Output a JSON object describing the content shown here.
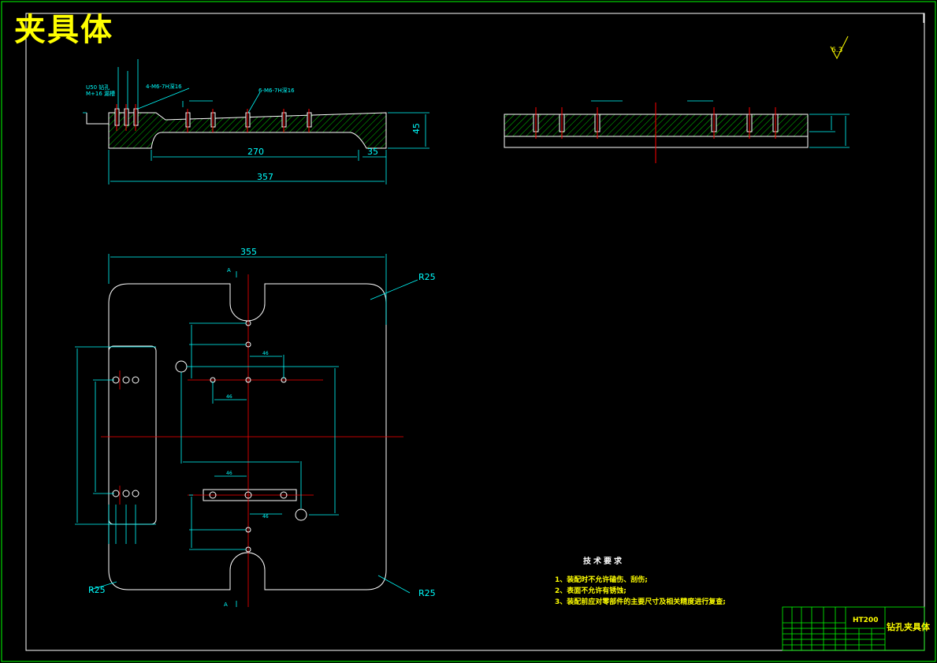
{
  "drawing": {
    "title": "夹具体",
    "surface_finish": "6.3"
  },
  "top_left_view": {
    "hole_note_left_1": "U50 钻孔",
    "hole_note_left_2": "M+16 漏槽",
    "hole_note_mid": "4-M6-7H深16",
    "hole_note_right": "6-M6-7H深16",
    "dim_overall_length": "357",
    "dim_slot_length": "270",
    "dim_height": "45",
    "dim_end": "35"
  },
  "plan_view": {
    "dim_width": "355",
    "radius_top_right": "R25",
    "radius_bottom_left": "R25",
    "radius_bottom_right": "R25",
    "section_mark_top": "A",
    "section_mark_bottom": "A",
    "dim_46_a": "46",
    "dim_46_b": "46",
    "dim_46_c": "46",
    "dim_46_d": "46"
  },
  "technical_requirements": {
    "title": "技术要求",
    "items": [
      "1、装配时不允许磕伤、刮伤;",
      "2、表面不允许有锈蚀;",
      "3、装配前应对零部件的主要尺寸及相关精度进行复查;"
    ]
  },
  "title_block": {
    "material": "HT200",
    "part_name": "钻孔夹具体"
  },
  "colors": {
    "background": "#000000",
    "outline": "#ffffff",
    "dimension": "#00ffff",
    "border": "#00ff00",
    "centerline": "#ff0000",
    "title": "#ffff00"
  }
}
